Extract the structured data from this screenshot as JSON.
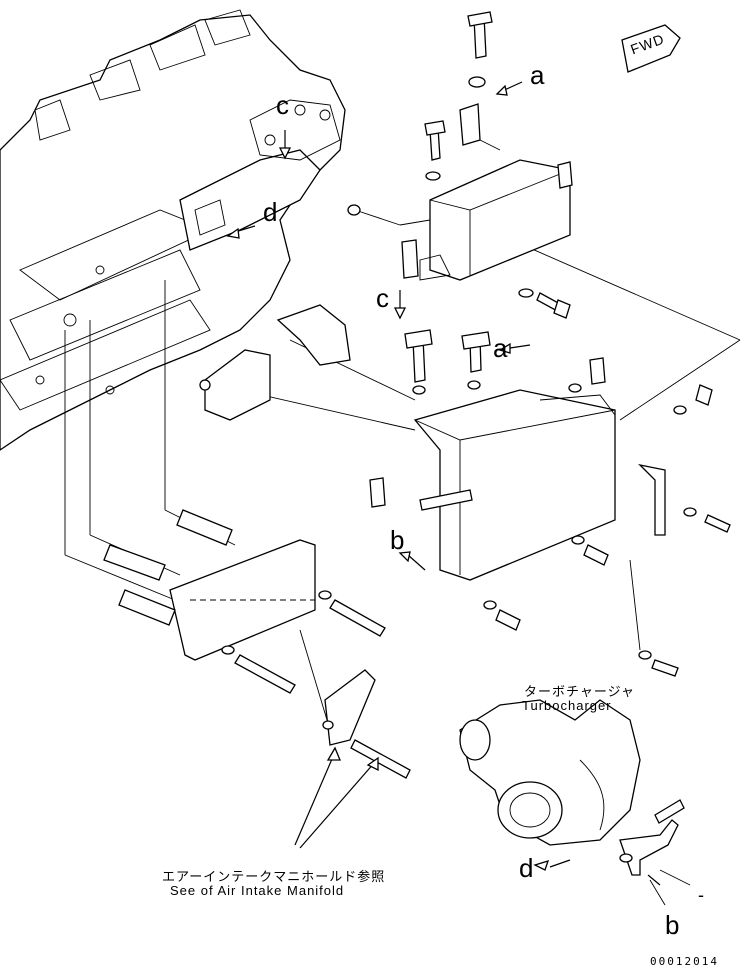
{
  "labels": {
    "fwd": "FWD",
    "letter_a_top": "a",
    "letter_a_mid": "a",
    "letter_b_left": "b",
    "letter_b_bottom": "b",
    "letter_c_top": "c",
    "letter_c_mid": "c",
    "letter_d_top": "d",
    "letter_d_bottom": "d",
    "turbo_jp": "ターボチャージャ",
    "turbo_en": "Turbocharger",
    "intake_jp": "エアーインテークマニホールド参照",
    "intake_en": "See of Air Intake Manifold",
    "dash_mark": "-",
    "drawing_code": "00012014"
  }
}
